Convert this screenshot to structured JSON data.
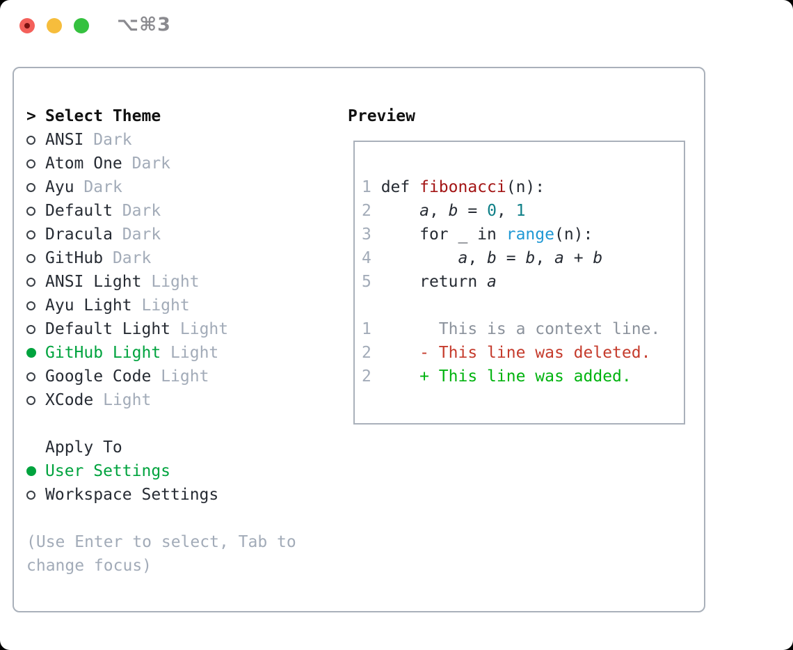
{
  "window": {
    "shortcut_label": "⌥⌘3",
    "traffic_lights": [
      {
        "name": "close",
        "color": "#f4605a",
        "dot": "#7c1210"
      },
      {
        "name": "minimize",
        "color": "#f6bd3c"
      },
      {
        "name": "zoom",
        "color": "#35c13f"
      }
    ]
  },
  "theme_panel": {
    "prompt": ">",
    "header": "Select Theme",
    "items": [
      {
        "label": "ANSI",
        "variant": "Dark",
        "selected": false
      },
      {
        "label": "Atom One",
        "variant": "Dark",
        "selected": false
      },
      {
        "label": "Ayu",
        "variant": "Dark",
        "selected": false
      },
      {
        "label": "Default",
        "variant": "Dark",
        "selected": false
      },
      {
        "label": "Dracula",
        "variant": "Dark",
        "selected": false
      },
      {
        "label": "GitHub",
        "variant": "Dark",
        "selected": false
      },
      {
        "label": "ANSI Light",
        "variant": "Light",
        "selected": false
      },
      {
        "label": "Ayu Light",
        "variant": "Light",
        "selected": false
      },
      {
        "label": "Default Light",
        "variant": "Light",
        "selected": false
      },
      {
        "label": "GitHub Light",
        "variant": "Light",
        "selected": true
      },
      {
        "label": "Google Code",
        "variant": "Light",
        "selected": false
      },
      {
        "label": "XCode",
        "variant": "Light",
        "selected": false
      }
    ],
    "apply_to": {
      "header": "Apply To",
      "options": [
        {
          "label": "User Settings",
          "selected": true
        },
        {
          "label": "Workspace Settings",
          "selected": false
        }
      ]
    },
    "hint": "(Use Enter to select, Tab to change focus)"
  },
  "preview": {
    "header": "Preview",
    "code_lines": [
      {
        "segments": [
          {
            "t": "1 ",
            "c": "ln"
          },
          {
            "t": "def ",
            "c": "t"
          },
          {
            "t": "fibonacci",
            "c": "fn"
          },
          {
            "t": "(n):",
            "c": "t"
          }
        ]
      },
      {
        "segments": [
          {
            "t": "2 ",
            "c": "ln"
          },
          {
            "t": "    ",
            "c": "t"
          },
          {
            "t": "a",
            "c": "var"
          },
          {
            "t": ", ",
            "c": "t"
          },
          {
            "t": "b",
            "c": "var"
          },
          {
            "t": " = ",
            "c": "t"
          },
          {
            "t": "0",
            "c": "num"
          },
          {
            "t": ", ",
            "c": "t"
          },
          {
            "t": "1",
            "c": "num"
          }
        ]
      },
      {
        "segments": [
          {
            "t": "3 ",
            "c": "ln"
          },
          {
            "t": "    for _ in ",
            "c": "t"
          },
          {
            "t": "range",
            "c": "call"
          },
          {
            "t": "(n):",
            "c": "t"
          }
        ]
      },
      {
        "segments": [
          {
            "t": "4 ",
            "c": "ln"
          },
          {
            "t": "        ",
            "c": "t"
          },
          {
            "t": "a",
            "c": "var"
          },
          {
            "t": ", ",
            "c": "t"
          },
          {
            "t": "b",
            "c": "var"
          },
          {
            "t": " = ",
            "c": "t"
          },
          {
            "t": "b",
            "c": "var"
          },
          {
            "t": ", ",
            "c": "t"
          },
          {
            "t": "a",
            "c": "var"
          },
          {
            "t": " + ",
            "c": "t"
          },
          {
            "t": "b",
            "c": "var"
          }
        ]
      },
      {
        "segments": [
          {
            "t": "5 ",
            "c": "ln"
          },
          {
            "t": "    return ",
            "c": "t"
          },
          {
            "t": "a",
            "c": "var"
          }
        ]
      }
    ],
    "diff_lines": [
      {
        "segments": [
          {
            "t": "1",
            "c": "ln"
          },
          {
            "t": "       This is a context line.",
            "c": "ctx"
          }
        ]
      },
      {
        "segments": [
          {
            "t": "2",
            "c": "ln"
          },
          {
            "t": "     ",
            "c": "t"
          },
          {
            "t": "- This line was deleted.",
            "c": "del"
          }
        ]
      },
      {
        "segments": [
          {
            "t": "2",
            "c": "ln"
          },
          {
            "t": "     ",
            "c": "t"
          },
          {
            "t": "+ This line was added.",
            "c": "add"
          }
        ]
      }
    ]
  },
  "colors": {
    "selection_green": "#00a33e",
    "added_green": "#00b30f",
    "deleted_red": "#c53b2c",
    "function_red": "#a31515",
    "number_teal": "#0e7f87",
    "call_blue": "#1f98d4",
    "muted_gray": "#a2abb8",
    "context_gray": "#8b929c",
    "text_dark": "#262b33",
    "border_gray": "#a9b0ba",
    "title_gray": "#8a8a8f"
  }
}
